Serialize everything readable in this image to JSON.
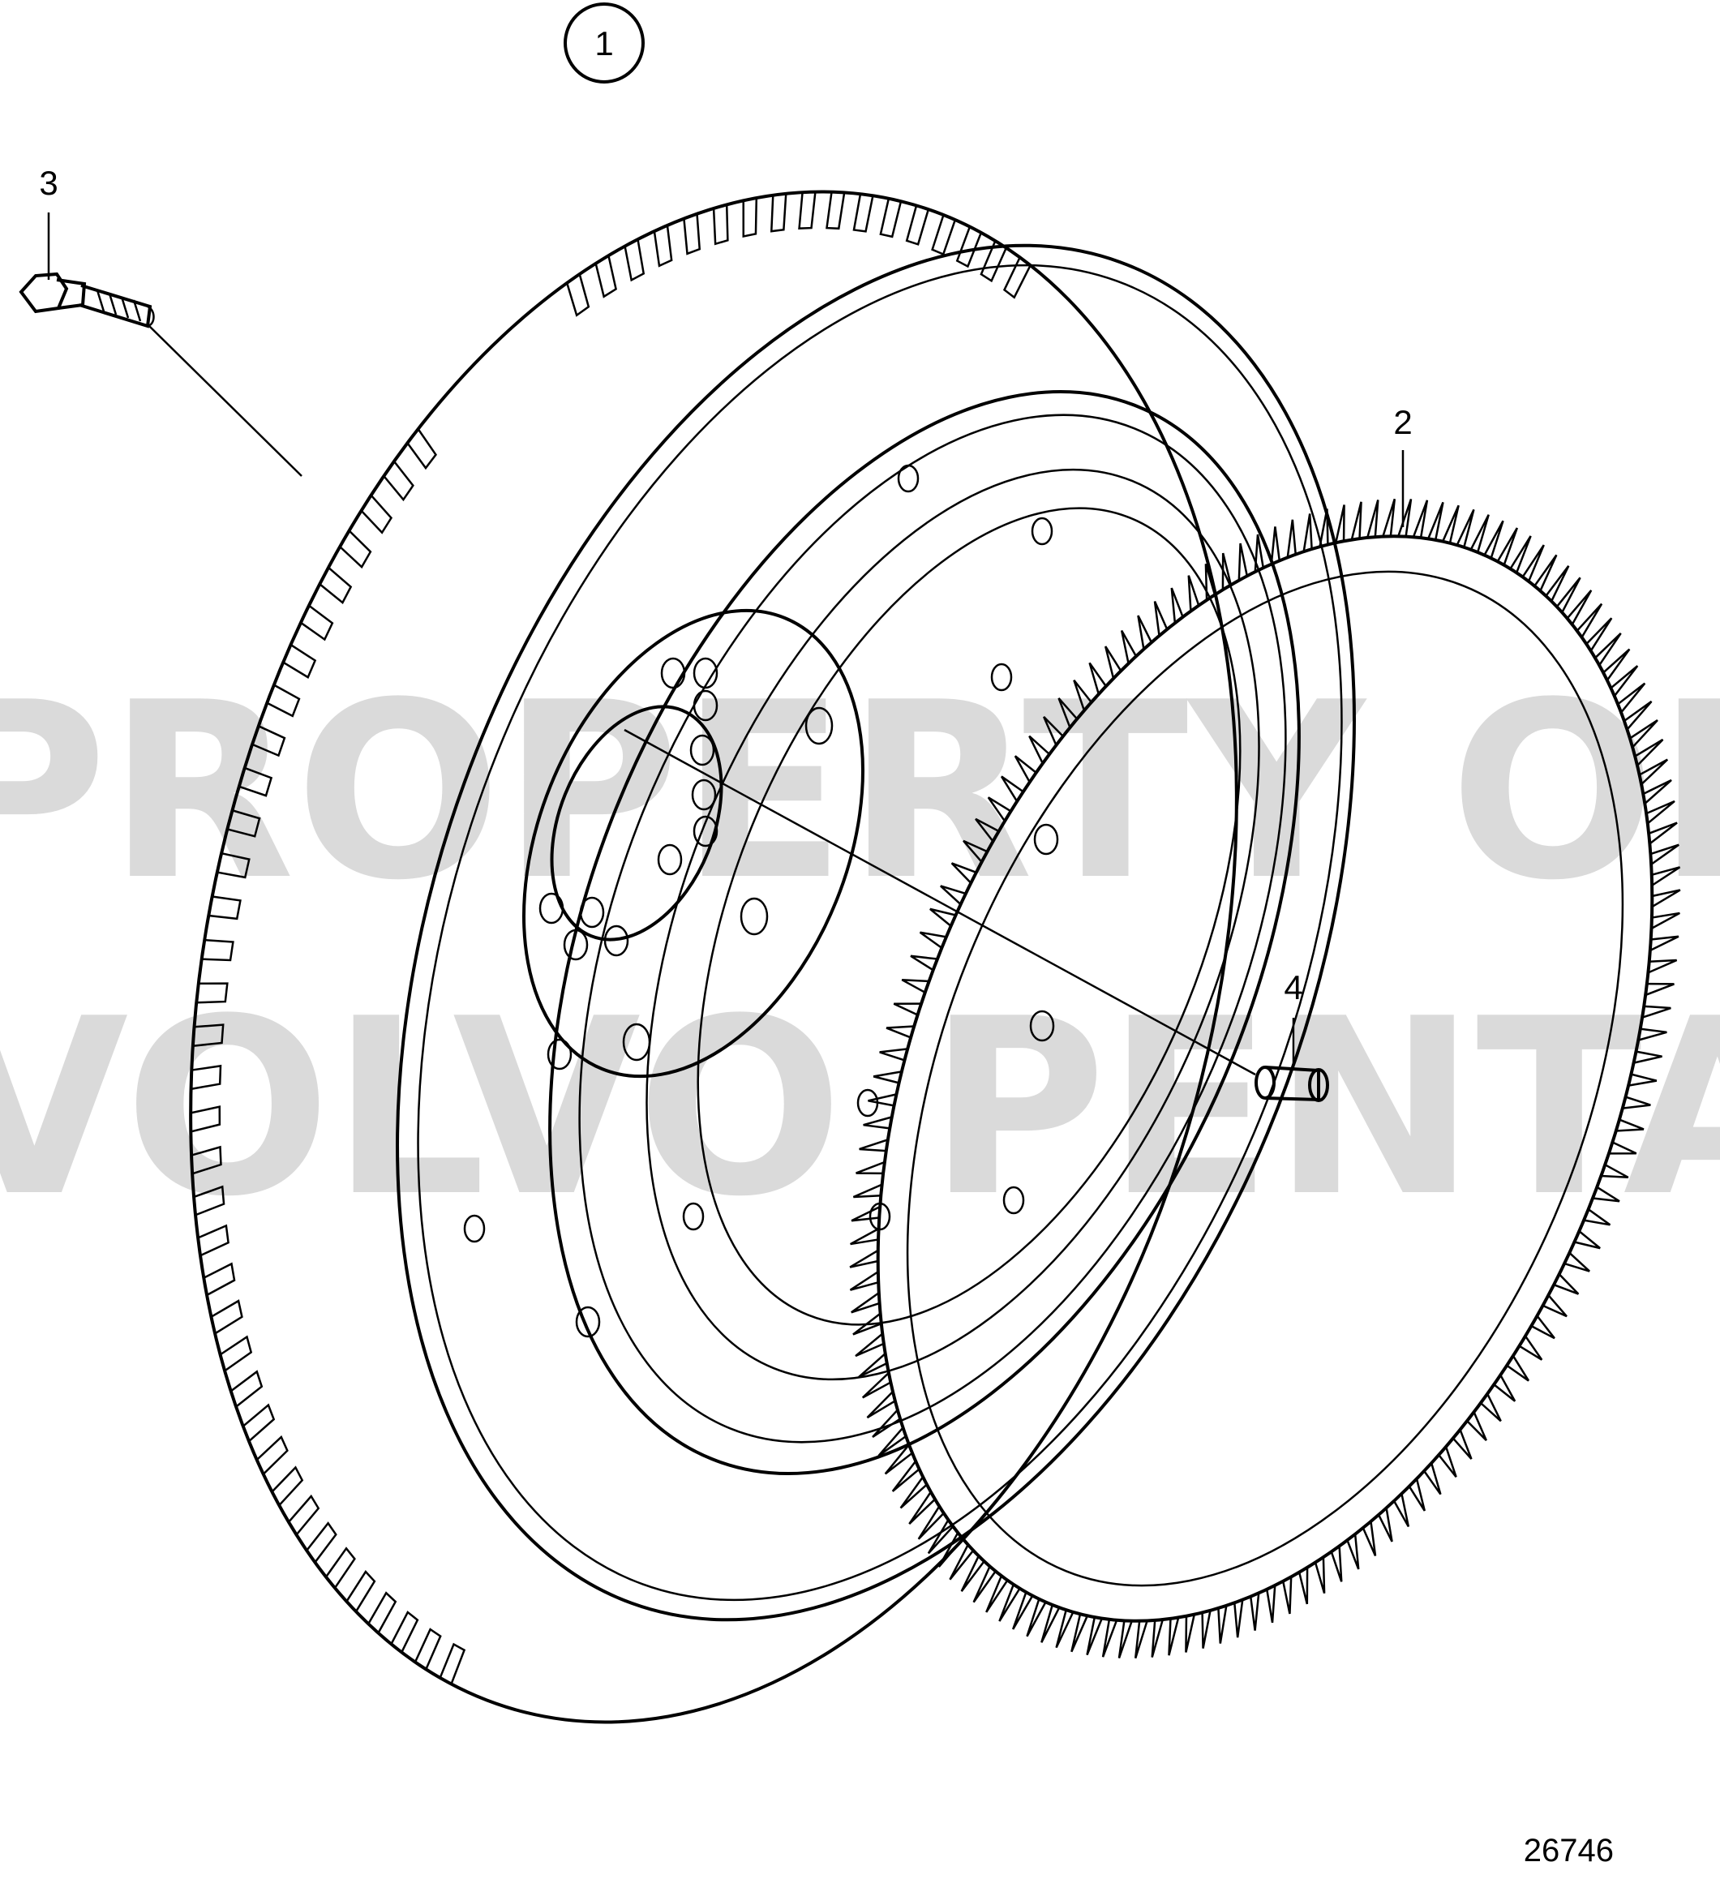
{
  "diagram": {
    "assembly_callout": "1",
    "part_labels": {
      "ring_gear": "2",
      "bolt": "3",
      "pin": "4"
    },
    "watermark": {
      "line1": "PROPERTY OF",
      "line2": "VOLVO PENTA"
    },
    "drawing_number": "26746"
  }
}
